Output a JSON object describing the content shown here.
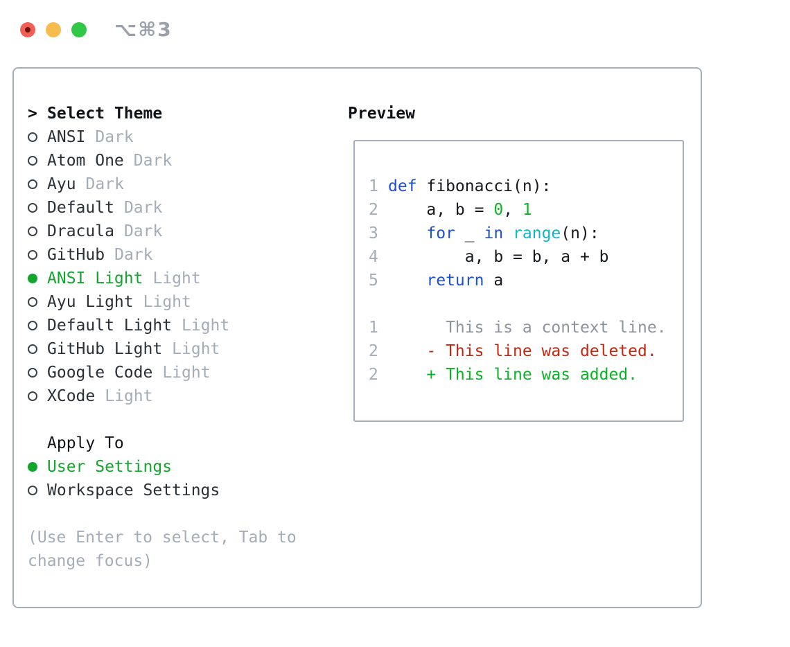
{
  "window": {
    "shortcut": "⌥⌘3"
  },
  "theme_picker": {
    "header_marker": ">",
    "header": "Select Theme",
    "items": [
      {
        "name": "ANSI",
        "variant": "Dark",
        "selected": false
      },
      {
        "name": "Atom One",
        "variant": "Dark",
        "selected": false
      },
      {
        "name": "Ayu",
        "variant": "Dark",
        "selected": false
      },
      {
        "name": "Default",
        "variant": "Dark",
        "selected": false
      },
      {
        "name": "Dracula",
        "variant": "Dark",
        "selected": false
      },
      {
        "name": "GitHub",
        "variant": "Dark",
        "selected": false
      },
      {
        "name": "ANSI Light",
        "variant": "Light",
        "selected": true
      },
      {
        "name": "Ayu Light",
        "variant": "Light",
        "selected": false
      },
      {
        "name": "Default Light",
        "variant": "Light",
        "selected": false
      },
      {
        "name": "GitHub Light",
        "variant": "Light",
        "selected": false
      },
      {
        "name": "Google Code",
        "variant": "Light",
        "selected": false
      },
      {
        "name": "XCode",
        "variant": "Light",
        "selected": false
      }
    ],
    "apply_to": {
      "header": "Apply To",
      "options": [
        {
          "label": "User Settings",
          "selected": true
        },
        {
          "label": "Workspace Settings",
          "selected": false
        }
      ]
    },
    "help": "(Use Enter to select, Tab to change focus)"
  },
  "preview": {
    "header": "Preview",
    "code_lines": [
      {
        "num": "1",
        "segments": [
          {
            "c": "blue",
            "t": "def"
          },
          {
            "c": "fg",
            "t": " fibonacci(n):"
          }
        ]
      },
      {
        "num": "2",
        "segments": [
          {
            "c": "fg",
            "t": "    a, b = "
          },
          {
            "c": "num",
            "t": "0"
          },
          {
            "c": "fg",
            "t": ", "
          },
          {
            "c": "num",
            "t": "1"
          }
        ]
      },
      {
        "num": "3",
        "segments": [
          {
            "c": "fg",
            "t": "    "
          },
          {
            "c": "blue",
            "t": "for"
          },
          {
            "c": "fg",
            "t": " _ "
          },
          {
            "c": "blue",
            "t": "in"
          },
          {
            "c": "fg",
            "t": " "
          },
          {
            "c": "cyan",
            "t": "range"
          },
          {
            "c": "fg",
            "t": "(n):"
          }
        ]
      },
      {
        "num": "4",
        "segments": [
          {
            "c": "fg",
            "t": "        a, b = b, a + b"
          }
        ]
      },
      {
        "num": "5",
        "segments": [
          {
            "c": "fg",
            "t": "    "
          },
          {
            "c": "blue",
            "t": "return"
          },
          {
            "c": "fg",
            "t": " a"
          }
        ]
      }
    ],
    "diff_lines": [
      {
        "num": "1",
        "kind": "context",
        "text": "      This is a context line."
      },
      {
        "num": "2",
        "kind": "deleted",
        "text": "    - This line was deleted."
      },
      {
        "num": "2",
        "kind": "added",
        "text": "    + This line was added."
      }
    ]
  },
  "colors": {
    "traffic_red": "#f15f56",
    "traffic_yellow": "#f6bd4e",
    "traffic_green": "#33c748",
    "shortcut_gray": "#9aa1aa",
    "border_gray": "#a6aebb",
    "text_black": "#101418",
    "text_dark": "#2a3036",
    "code_fg": "#15191d",
    "muted_gray": "#a4acb8",
    "gutter_gray": "#a4acb8",
    "context_gray": "#8d949d",
    "accent_green": "#13a52f",
    "kw_blue": "#1c50d6",
    "fn_cyan": "#10b7c4",
    "num_green": "#14b228",
    "diff_red": "#c42811",
    "diff_green": "#0cb226"
  }
}
